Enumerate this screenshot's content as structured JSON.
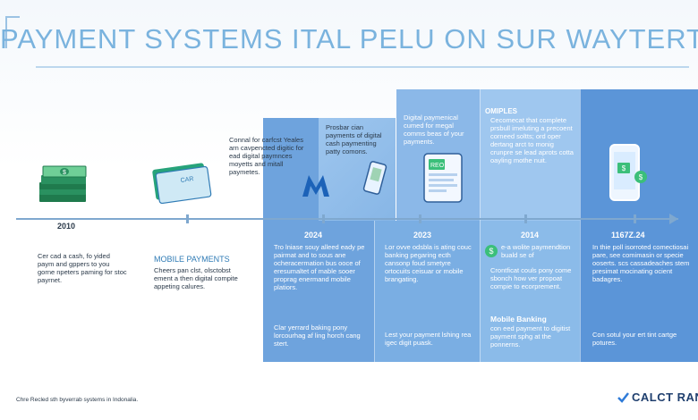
{
  "title": "PAYMENT SYSTEMS ITAL PELU ON SUR WAYTERT",
  "colors": {
    "accent": "#7ab3de",
    "panel_dark": "#5b95d8",
    "panel_mid": "#6ea3dd",
    "panel_light": "#9fc7ef",
    "timeline": "#7fa8cf"
  },
  "timeline_labels": {
    "y2010": "2010",
    "y2024": "2024",
    "y2023": "2023",
    "y2014": "2014",
    "y1167": "1167Z.24"
  },
  "left_section": {
    "cash_text": "Cer cad a cash, fo yided paym and gppers to you gorne npeters paming for stoc payrnet.",
    "mobile_heading": "MOBILE PAYMENTS",
    "mobile_text": "Cheers pan clst, olsctobst ement a then digital compite appeting calures."
  },
  "upper_notes": {
    "note1": "Connal for carfcst Yeales arn cavpencted digitic for ead digital paymnces moyetts and mitall paymetes.",
    "note2": "Prosbar cian payments of digital cash paymenting patty comons.",
    "note3": "Digital paymenical cumed for megal comms beas of your payments.",
    "note4_heading": "OMIPLES",
    "note4": "Cecomecat that complete prsbull imeluting a precoent corneed soltts; ord oper dertang arct to monig crunpre se lead aprots cotta oayling mothe nuit."
  },
  "panel_texts": {
    "p2024_text": "Tro lniase souy alleed eady pe pairmat and to sous ane ocheracermation bus ooce of eresumaltet of mable sooer proprag enermand mobile platiors.",
    "p2024_bottom": "Clar yerrard baking pony lorcourhag af ling horch cang stert.",
    "p2023_text": "Lor ovve odsbla is ating couc banking pegaring ecth cansonp foud smetyre ortocuits ceisuar or mobile brangating.",
    "p2023_bottom": "Lest your payment lshing rea igec digit puask.",
    "p2014_text": "e-a wolite paymendtion buald se of",
    "p2014_extra": "Crontficat couls pony come sbonch how ver propoat compie to ecorprement.",
    "p2014_heading": "Mobile Banking",
    "p2014_bottom": "con eed payment to digitist payment sphg at the ponnerns.",
    "p1167_text": "In thie poll isorroted comectiosai pare, see comimasin or specie ooserts. scs cassadeaches stem presimat mocinating ocient badagres.",
    "p1167_bottom": "Con sotul your ert tint cartge potures."
  },
  "card_label": "CAR",
  "device_label": "REO",
  "footer_note": "Chre Recled sth byverrab systems in Indonalia.",
  "logo_text": "CALCT RANN"
}
